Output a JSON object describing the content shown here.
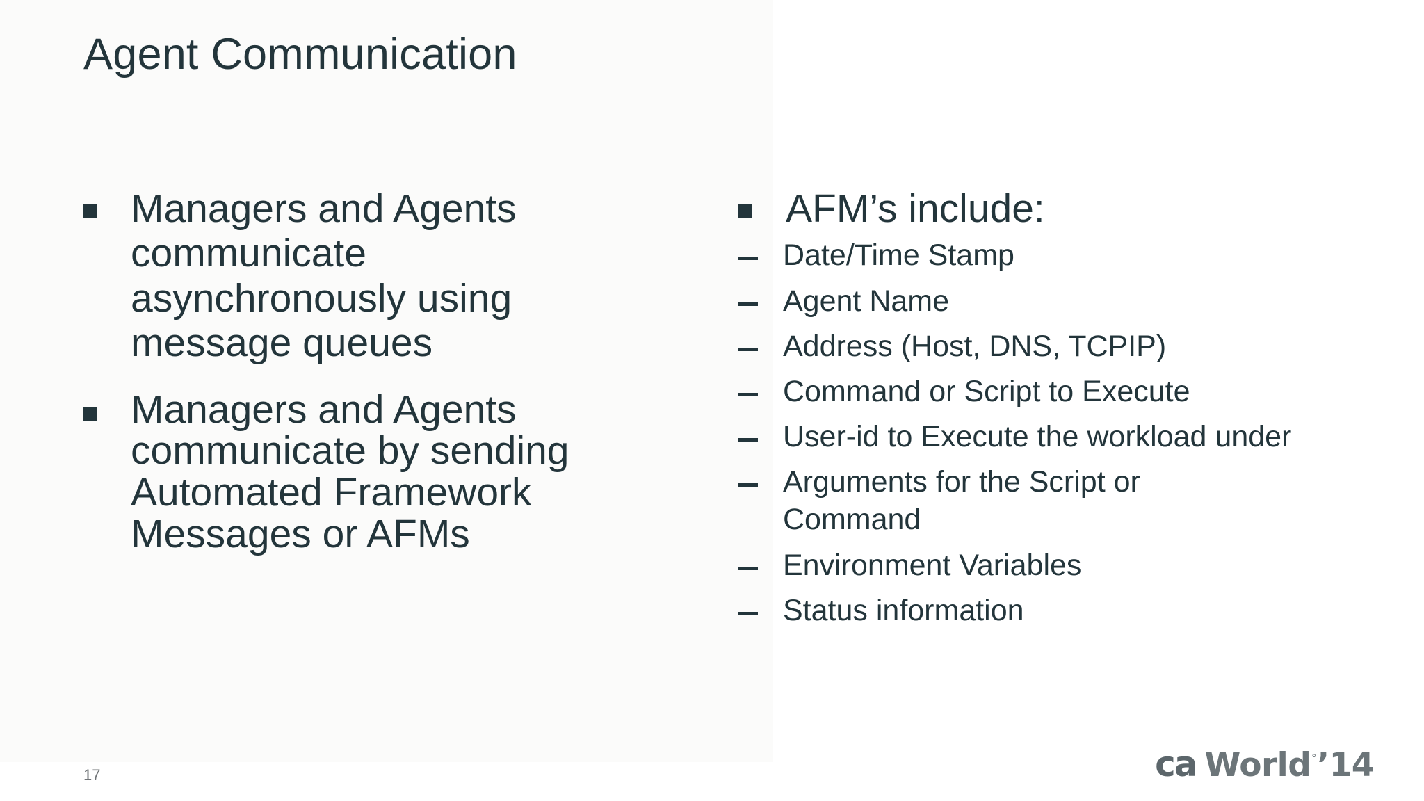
{
  "slide": {
    "title": "Agent Communication",
    "page_number": "17",
    "text_color": "#23353b",
    "background_color": "#ffffff",
    "panel_color": "#fbfbfa"
  },
  "left_column": {
    "bullets": [
      {
        "marker": "square-bullet",
        "text": "Managers and Agents communicate asynchronously using message queues"
      },
      {
        "marker": "square-bullet",
        "text": "Managers and Agents communicate by sending Automated Framework Messages or AFMs"
      }
    ]
  },
  "right_column": {
    "bullets": [
      {
        "marker": "square-bullet",
        "text": "AFM’s include:",
        "sub_items": [
          {
            "marker": "dash-bullet",
            "text": "Date/Time Stamp"
          },
          {
            "marker": "dash-bullet",
            "text": "Agent Name"
          },
          {
            "marker": "dash-bullet",
            "text": "Address (Host, DNS, TCPIP)"
          },
          {
            "marker": "dash-bullet",
            "text": "Command or Script to Execute"
          },
          {
            "marker": "dash-bullet",
            "text": "User-id to Execute the workload under"
          },
          {
            "marker": "dash-bullet",
            "text": "Arguments for the Script or Command"
          },
          {
            "marker": "dash-bullet",
            "text": "Environment Variables"
          },
          {
            "marker": "dash-bullet",
            "text": "Status information"
          }
        ]
      }
    ]
  },
  "footer": {
    "logo": {
      "brand": "ca",
      "product": "World",
      "registered_mark": "°",
      "year": "’14",
      "color": "#5c666b"
    }
  }
}
